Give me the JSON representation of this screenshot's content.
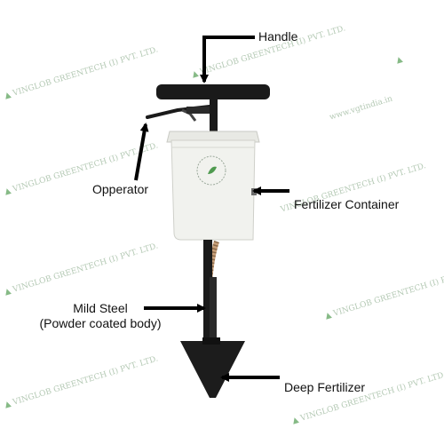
{
  "labels": {
    "handle": "Handle",
    "operator": "Opperator",
    "container": "Fertilizer Container",
    "body_line1": "Mild Steel",
    "body_line2": "(Powder coated body)",
    "tip": "Deep Fertilizer"
  },
  "watermark": {
    "text": "VINGLOB GREENTECH (I) PVT. LTD.",
    "url": "www.vgtindia.in",
    "leaf_icon": "leaf-icon"
  },
  "colors": {
    "arrow": "#000000",
    "frame": "#1a1a1a",
    "container": "#f1f2ee",
    "lid": "#e8e9e4",
    "watermark": "#9bb79b",
    "spring": "#c9a07a"
  }
}
